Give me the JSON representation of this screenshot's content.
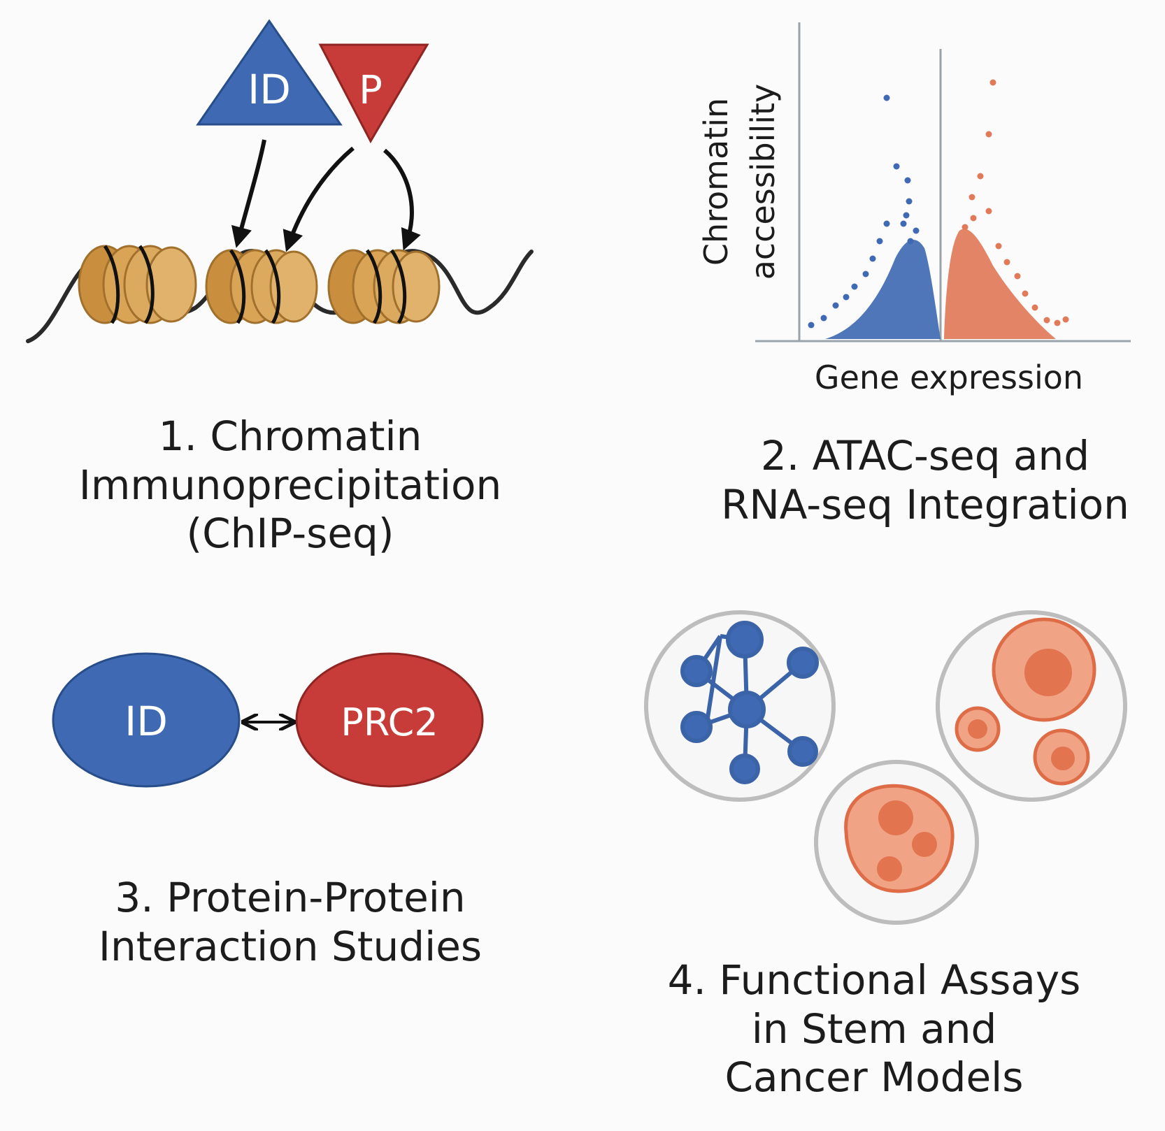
{
  "panel1": {
    "triangle_left_label": "ID",
    "triangle_right_label": "P",
    "caption_lines": [
      "1. Chromatin",
      "Immunoprecipitation",
      "(ChIP-seq)"
    ]
  },
  "panel2": {
    "ylabel_lines": [
      "Chromatin",
      "accessibility"
    ],
    "xlabel": "Gene expression",
    "caption_lines": [
      "2. ATAC-seq and",
      "RNA-seq Integration"
    ]
  },
  "panel3": {
    "left_oval_label": "ID",
    "right_oval_label": "PRC2",
    "caption_lines": [
      "3. Protein-Protein",
      "Interaction Studies"
    ]
  },
  "panel4": {
    "caption_lines": [
      "4. Functional Assays",
      "in Stem and",
      "Cancer Models"
    ]
  },
  "colors": {
    "blue": "#3f6ab3",
    "red": "#c73b38",
    "orange": "#e07a58",
    "nucleosome": "#d9a455",
    "dish": "#bdbdbd"
  }
}
